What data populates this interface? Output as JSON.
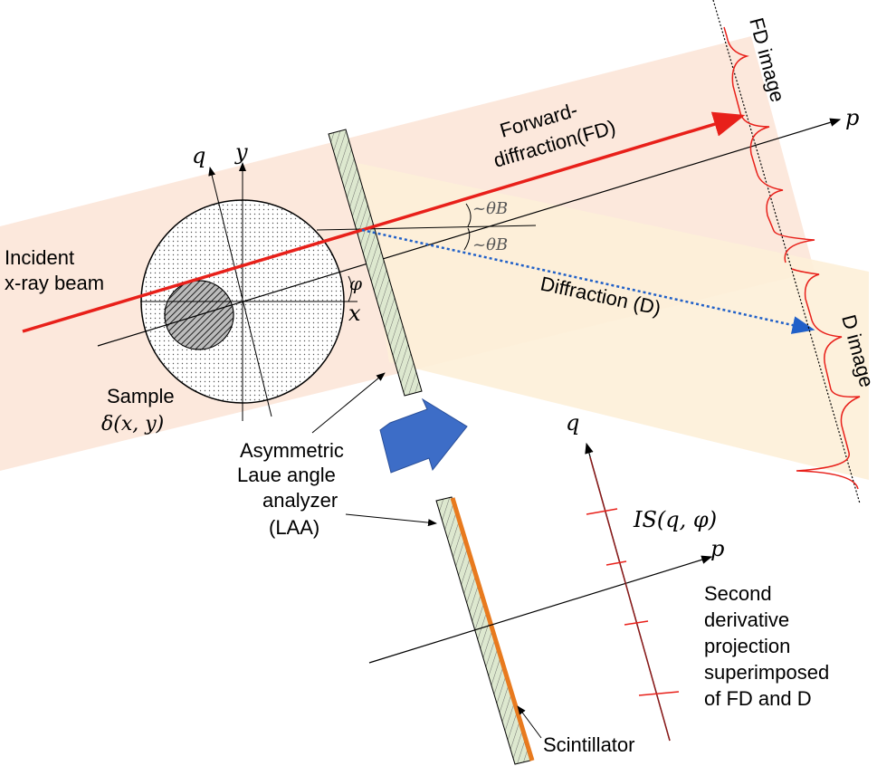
{
  "labels": {
    "incident_1": "Incident",
    "incident_2": "x-ray beam",
    "sample": "Sample",
    "delta": "δ(x, y)",
    "forward_1": "Forward-",
    "forward_2": "diffraction(FD)",
    "diffraction": "Diffraction (D)",
    "fd_image": "FD image",
    "d_image": "D image",
    "laa_1": "Asymmetric",
    "laa_2": "Laue angle",
    "laa_3": "analyzer",
    "laa_4": "(LAA)",
    "scintillator": "Scintillator",
    "second_1": "Second",
    "second_2": "derivative",
    "second_3": "projection",
    "second_4": "superimposed",
    "second_5": "of FD and D",
    "axis_p": "p",
    "axis_q": "q",
    "axis_x": "x",
    "axis_y": "y",
    "axis_p2": "p",
    "axis_q2": "q",
    "phi": "φ",
    "theta1": "~θB",
    "theta2": "~θB",
    "is_q_phi": "IS(q, φ)"
  },
  "colors": {
    "beam": "#e8201a",
    "diffraction": "#2060c8",
    "beam_band": "#fbe4d6",
    "diff_band": "#fdf0d8",
    "crystal": "#dde8cf",
    "scintillator": "#e87a1e",
    "arrow_fill": "#3d6dc7",
    "profile": "#e8201a"
  }
}
